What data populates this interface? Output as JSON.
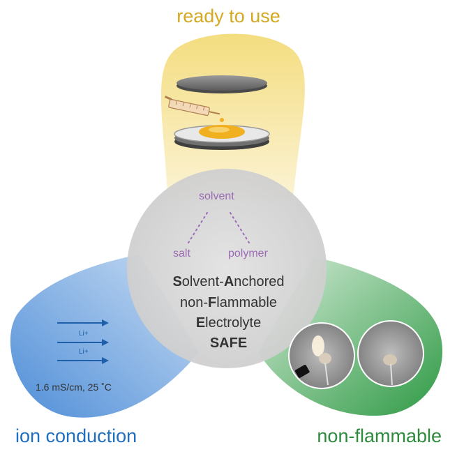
{
  "labels": {
    "top": "ready to use",
    "left": "ion conduction",
    "right": "non-flammable"
  },
  "components": {
    "top": "solvent",
    "left": "salt",
    "right": "polymer"
  },
  "center": {
    "line1": {
      "b": "S",
      "r1": "olvent-",
      "b2": "A",
      "r2": "nchored"
    },
    "line2": {
      "r1": "non-",
      "b": "F",
      "r2": "lammable"
    },
    "line3": {
      "b": "E",
      "r": "lectrolyte"
    },
    "line4": "SAFE"
  },
  "ion": {
    "li1": "Li+",
    "li2": "Li+",
    "conductivity": "1.6 mS/cm, 25 ˚C"
  },
  "colors": {
    "top_label": "#d4a820",
    "left_label": "#1f6fbf",
    "right_label": "#2e8b3e",
    "component_text": "#9b6bb5",
    "arrow": "#1d5fa8"
  }
}
